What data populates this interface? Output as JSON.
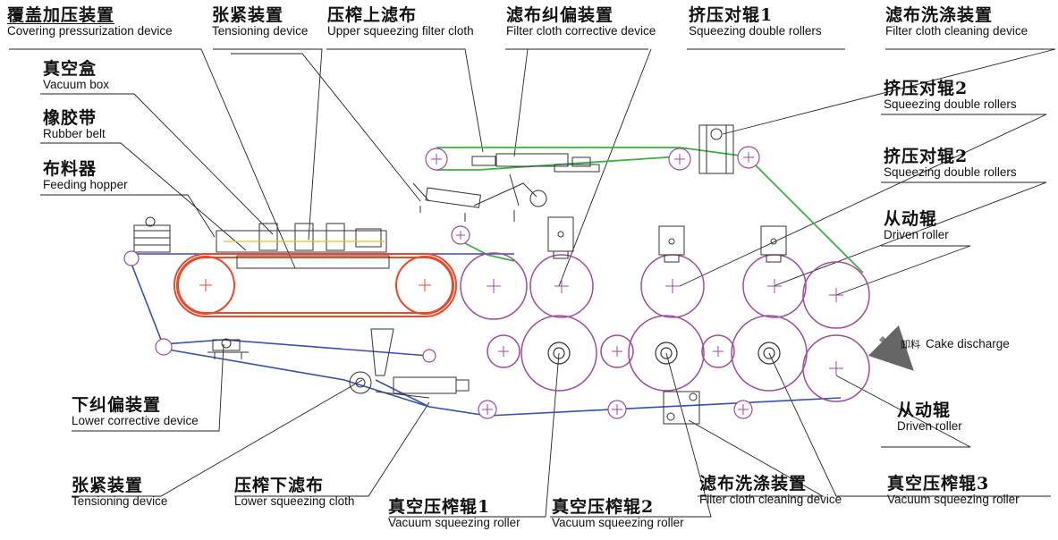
{
  "labels": {
    "covering_pressurization": {
      "zh": "覆盖加压装置",
      "en": "Covering pressurization device"
    },
    "tensioning_top": {
      "zh": "张紧装置",
      "en": "Tensioning device"
    },
    "upper_filter_cloth": {
      "zh": "压榨上滤布",
      "en": "Upper squeezing filter cloth"
    },
    "filter_corrective": {
      "zh": "滤布纠偏装置",
      "en": "Filter cloth corrective device"
    },
    "squeeze_rollers_1": {
      "zh": "挤压对辊1",
      "en": "Squeezing double rollers"
    },
    "cloth_cleaning_top": {
      "zh": "滤布洗涤装置",
      "en": "Filter cloth cleaning device"
    },
    "vacuum_box": {
      "zh": "真空盒",
      "en": "Vacuum box"
    },
    "rubber_belt": {
      "zh": "橡胶带",
      "en": "Rubber belt"
    },
    "feeding_hopper": {
      "zh": "布料器",
      "en": "Feeding hopper"
    },
    "squeeze_rollers_2a": {
      "zh": "挤压对辊2",
      "en": "Squeezing double rollers"
    },
    "squeeze_rollers_2b": {
      "zh": "挤压对辊2",
      "en": "Squeezing double rollers"
    },
    "driven_roller_top": {
      "zh": "从动辊",
      "en": "Driven roller"
    },
    "cake_discharge": {
      "zh": "卸料",
      "en": "Cake discharge"
    },
    "driven_roller_bottom": {
      "zh": "从动辊",
      "en": "Driven roller"
    },
    "lower_corrective": {
      "zh": "下纠偏装置",
      "en": "Lower corrective device"
    },
    "tensioning_bottom": {
      "zh": "张紧装置",
      "en": "Tensioning device"
    },
    "lower_filter_cloth": {
      "zh": "压榨下滤布",
      "en": "Lower squeezing cloth"
    },
    "vacuum_roller_1": {
      "zh": "真空压榨辊1",
      "en": "Vacuum squeezing roller"
    },
    "vacuum_roller_2": {
      "zh": "真空压榨辊2",
      "en": "Vacuum squeezing roller"
    },
    "cloth_cleaning_bottom": {
      "zh": "滤布洗涤装置",
      "en": "Filter cloth cleaning device"
    },
    "vacuum_roller_3": {
      "zh": "真空压榨辊3",
      "en": "Vacuum squeezing roller"
    }
  },
  "colors": {
    "belt_red": "#e8482b",
    "roller_magenta": "#a04aa0",
    "cloth_green": "#3cb043",
    "cloth_blue": "#3550b0",
    "ink": "#111111"
  }
}
